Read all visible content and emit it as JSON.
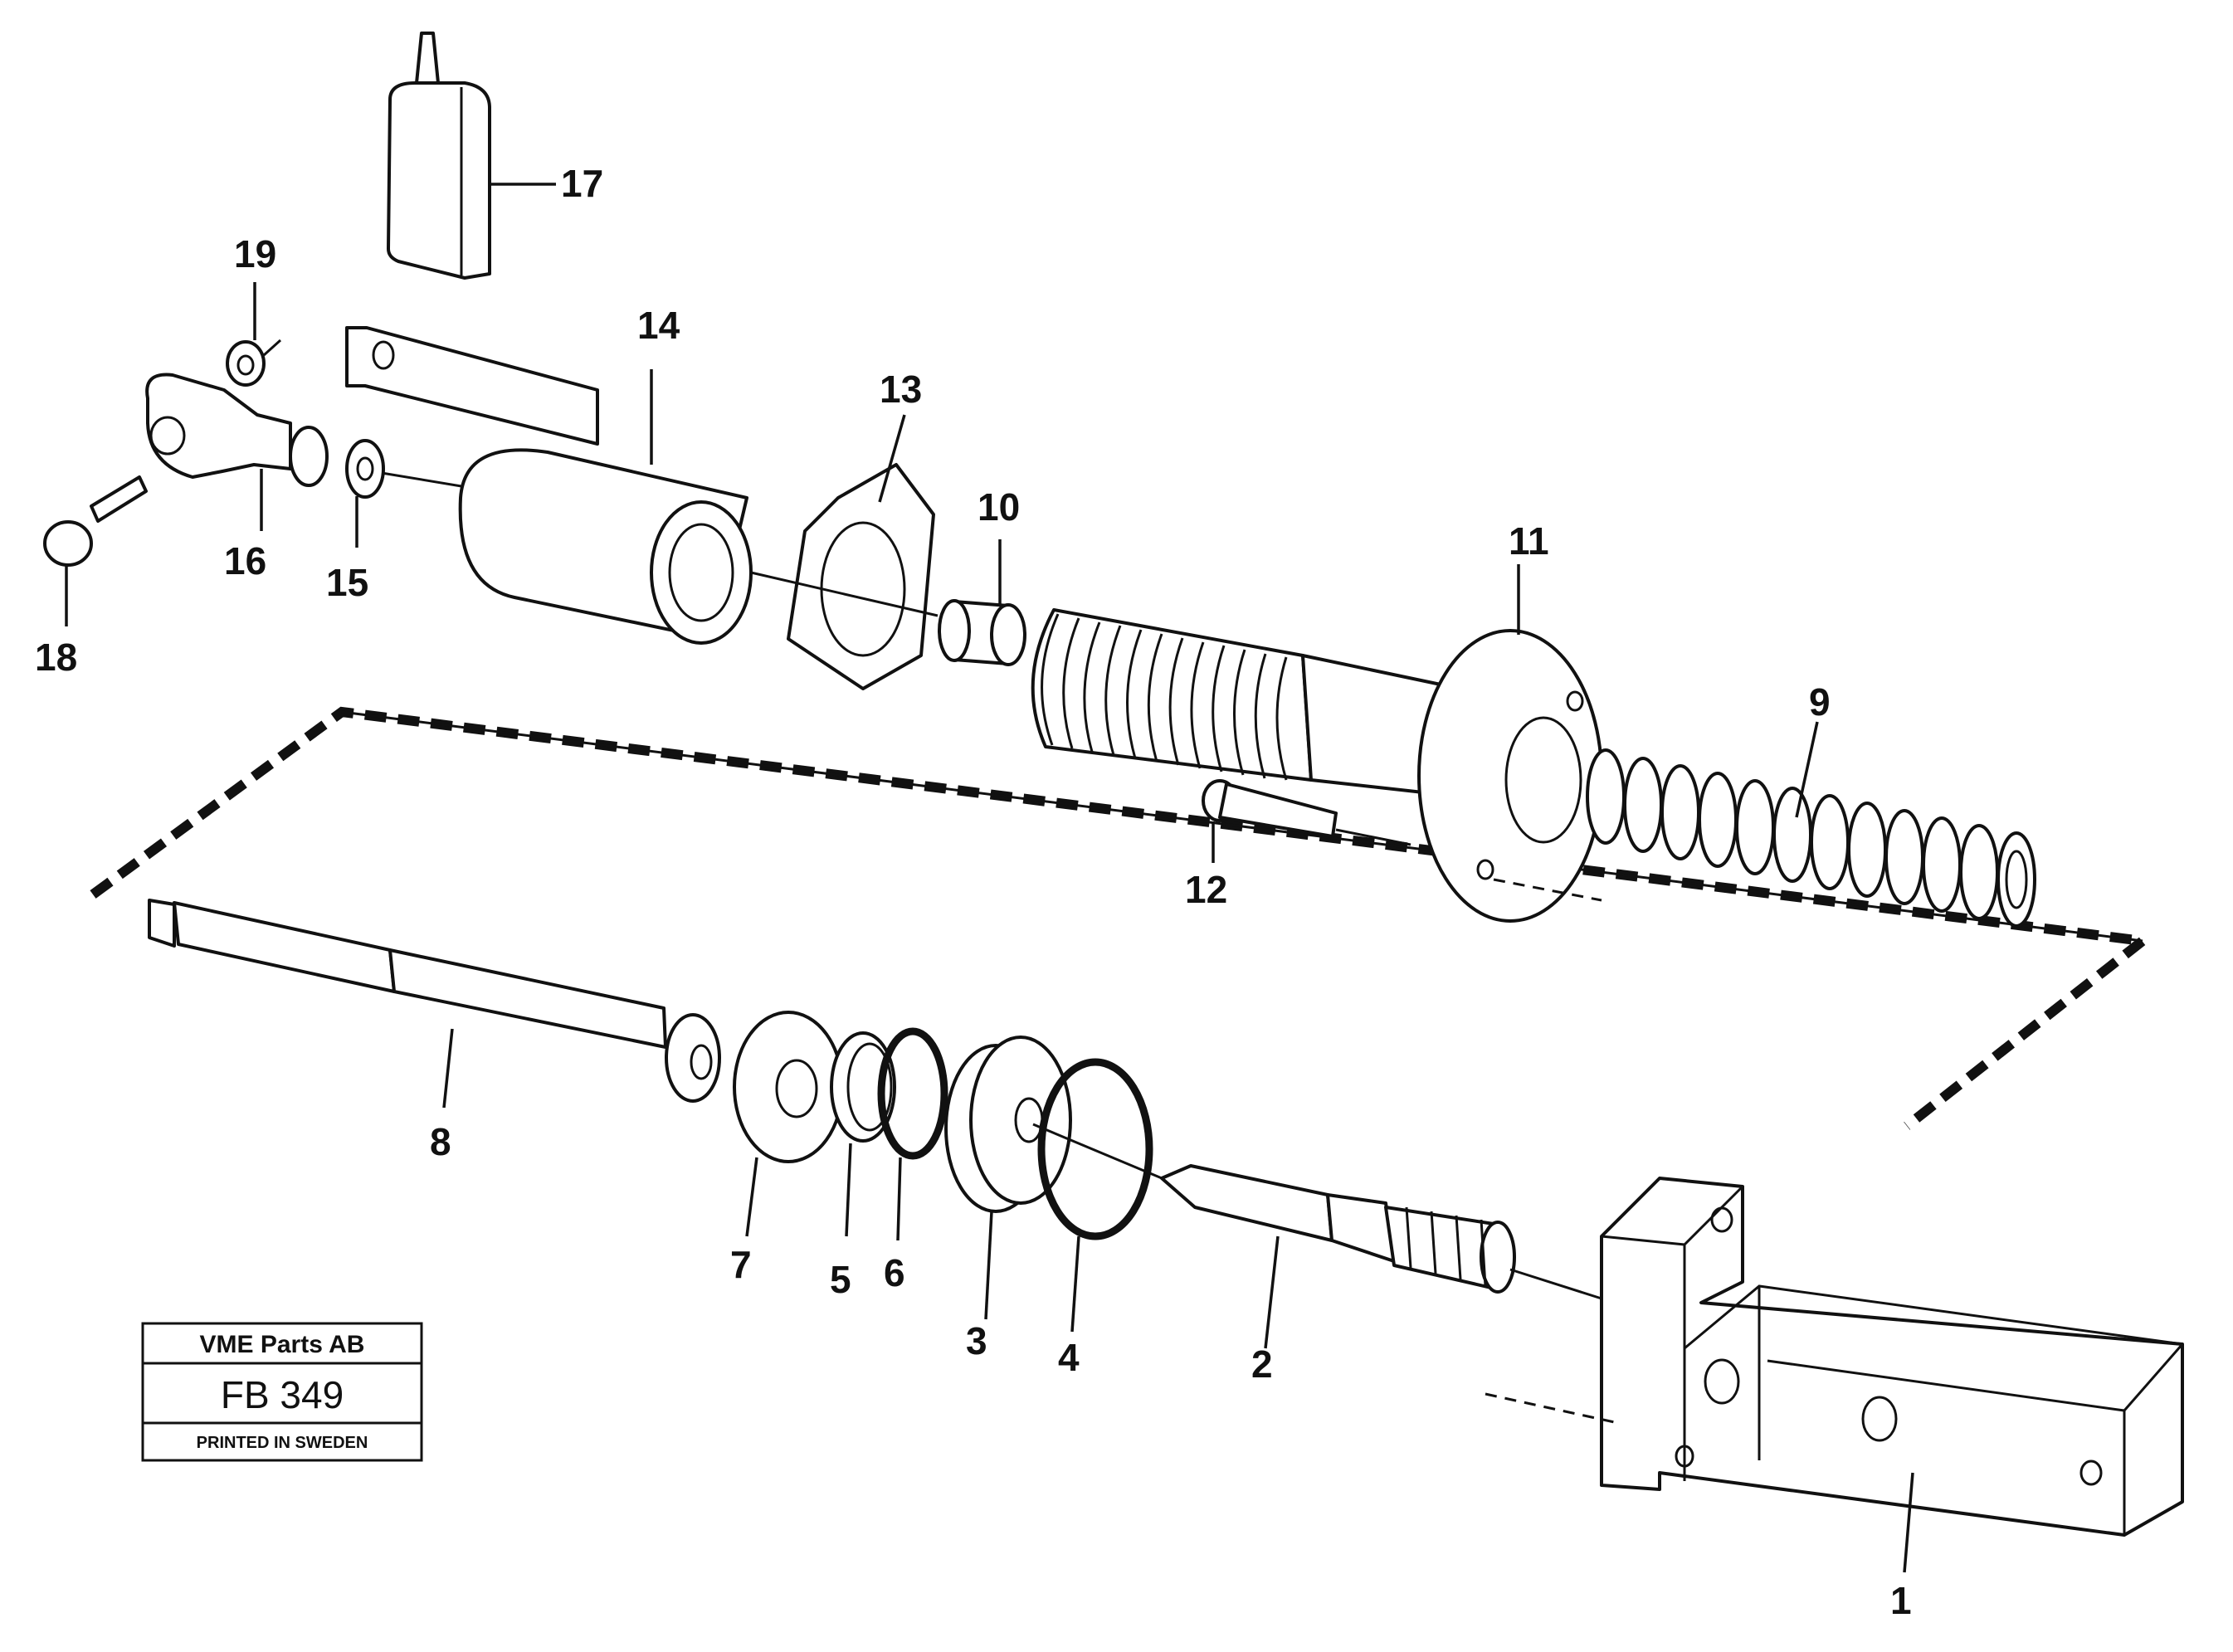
{
  "callouts": {
    "n1": "1",
    "n2": "2",
    "n3": "3",
    "n4": "4",
    "n5": "5",
    "n6": "6",
    "n7": "7",
    "n8": "8",
    "n9": "9",
    "n10": "10",
    "n11": "11",
    "n12": "12",
    "n13": "13",
    "n14": "14",
    "n15": "15",
    "n16": "16",
    "n17": "17",
    "n18": "18",
    "n19": "19"
  },
  "stamp": {
    "company": "VME Parts AB",
    "code": "FB 349",
    "footer": "PRINTED IN SWEDEN"
  }
}
